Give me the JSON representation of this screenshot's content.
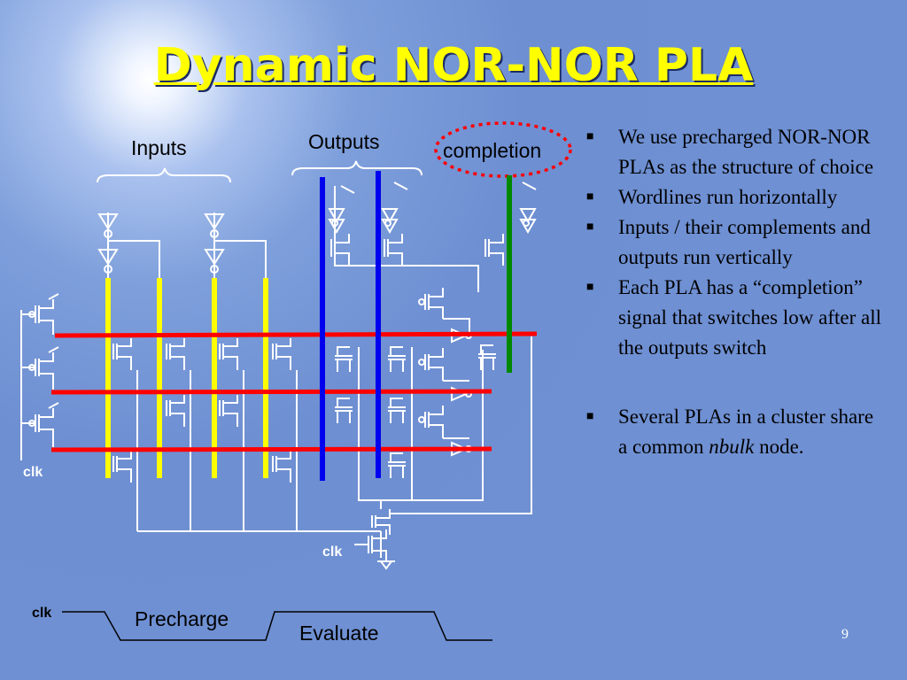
{
  "title": "Dynamic NOR-NOR PLA",
  "diagram": {
    "labels": {
      "inputs": "Inputs",
      "outputs": "Outputs",
      "completion": "completion",
      "clk_left": "clk",
      "clk_bottom": "clk",
      "clk_timing": "clk",
      "precharge": "Precharge",
      "evaluate": "Evaluate"
    },
    "colors": {
      "input_lines": "#ffff00",
      "output_lines": "#0000ee",
      "completion_line": "#008800",
      "wordlines": "#ff0000",
      "completion_circle": "#ff0000",
      "wire": "#ffffff"
    }
  },
  "bullets": [
    {
      "text": "We use precharged NOR-NOR PLAs as the structure of choice"
    },
    {
      "text": "Wordlines run horizontally"
    },
    {
      "text": "Inputs / their complements and outputs run vertically"
    },
    {
      "text": "Each PLA has a “completion” signal that switches low after all the outputs switch"
    },
    {
      "text_before": "Several PLAs in a cluster share a common ",
      "text_em": "nbulk",
      "text_after": " node."
    }
  ],
  "page_number": "9",
  "icons": {
    "bullet": "square-bullet-icon"
  }
}
